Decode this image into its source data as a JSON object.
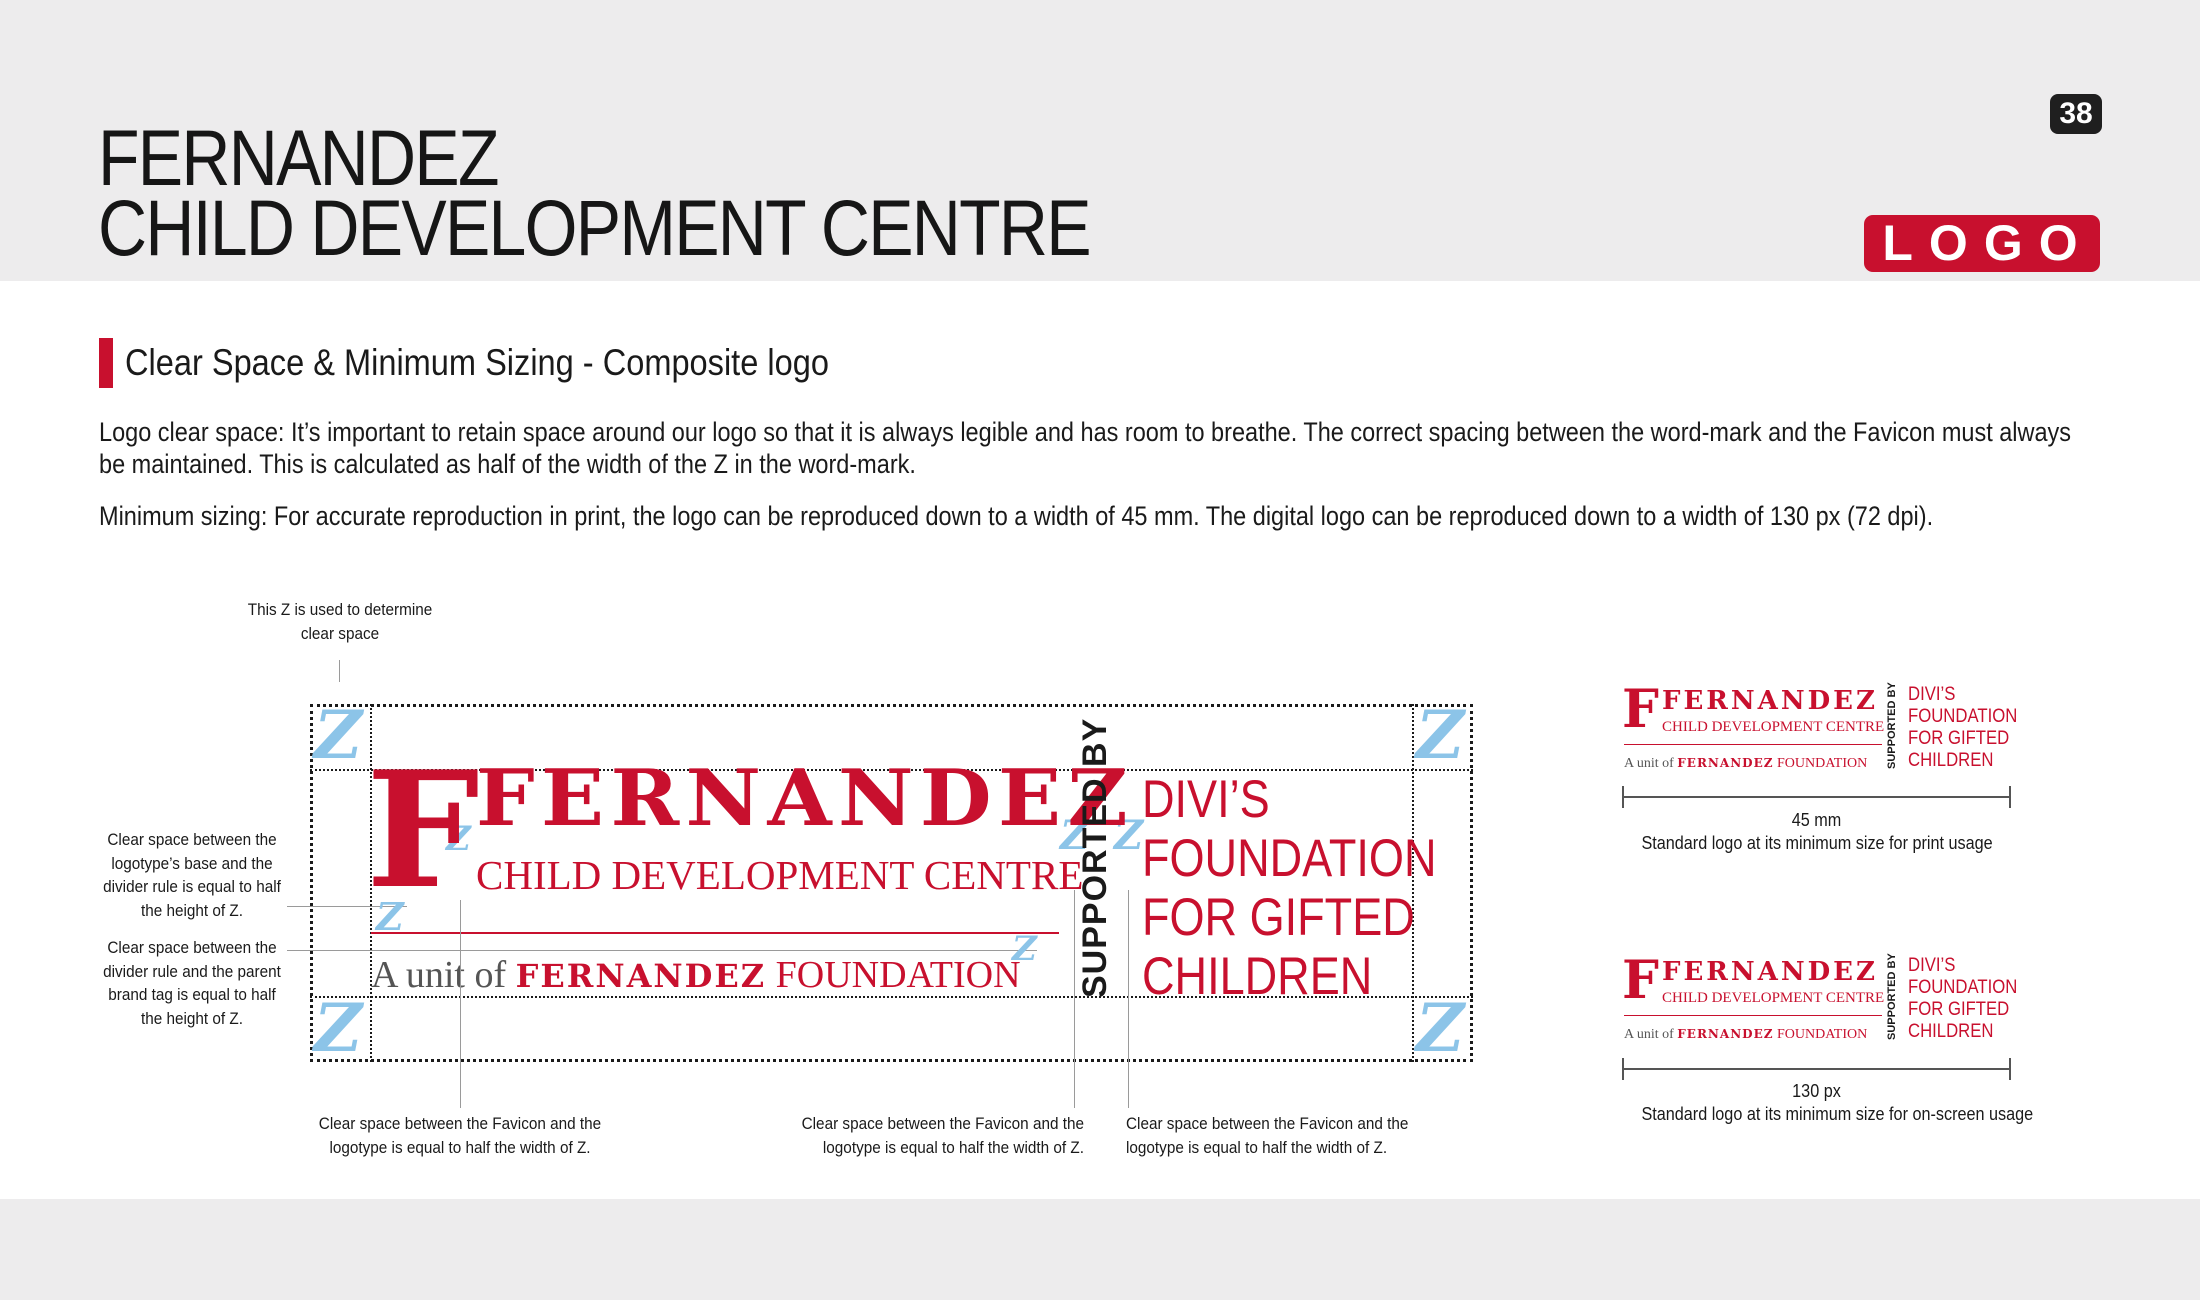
{
  "header": {
    "title_line1": "FERNANDEZ",
    "title_line2": "CHILD DEVELOPMENT CENTRE",
    "page_number": "38",
    "section_tag": "LOGO"
  },
  "content": {
    "subheading": "Clear Space & Minimum Sizing - Composite logo",
    "paragraph1": "Logo clear space: It’s important to retain space around our logo so that it is always legible and has room to breathe. The correct spacing between the word-mark and the Favicon must always be maintained. This is calculated as half of the width of the Z in the word-mark.",
    "paragraph2": "Minimum sizing: For accurate reproduction in print, the logo can be reproduced down to a width of 45 mm. The digital logo can be reproduced down to a width of 130 px (72 dpi)."
  },
  "annotations": {
    "z_note_line1": "This Z is used to determine",
    "z_note_line2": "clear space",
    "base_note": [
      "Clear space between the",
      "logotype’s base and the",
      "divider rule is equal to half",
      "the height of Z."
    ],
    "divider_note": [
      "Clear space between the",
      "divider rule and the parent",
      "brand tag is equal to half",
      "the height of Z."
    ],
    "favicon_note_1": [
      "Clear space between the Favicon and the",
      "logotype is equal to half the width of Z."
    ],
    "favicon_note_2": [
      "Clear space between the Favicon and the",
      "logotype is equal to half the width of Z."
    ],
    "favicon_note_3": [
      "Clear space between the Favicon and the",
      "logotype is equal to half the width of Z."
    ]
  },
  "logo": {
    "favicon_letter": "F",
    "wordmark": "FERNANDEZ",
    "subline": "CHILD DEVELOPMENT CENTRE",
    "unit_prefix": "A unit of ",
    "unit_brand": "FERNANDEZ",
    "unit_suffix": " FOUNDATION",
    "supported_by": "SUPPORTED BY",
    "partner_lines": [
      "DIVI’S",
      "FOUNDATION",
      "FOR GIFTED",
      "CHILDREN"
    ],
    "clear_space_glyph": "Z"
  },
  "min_sizes": {
    "print_size": "45 mm",
    "print_caption": "Standard logo at its minimum size for print usage",
    "screen_size": "130 px",
    "screen_caption": "Standard logo at its minimum size for on-screen usage"
  },
  "colors": {
    "brand_red": "#c8102e",
    "clear_space_blue": "#8cc4e8",
    "band_grey": "#edeced"
  }
}
